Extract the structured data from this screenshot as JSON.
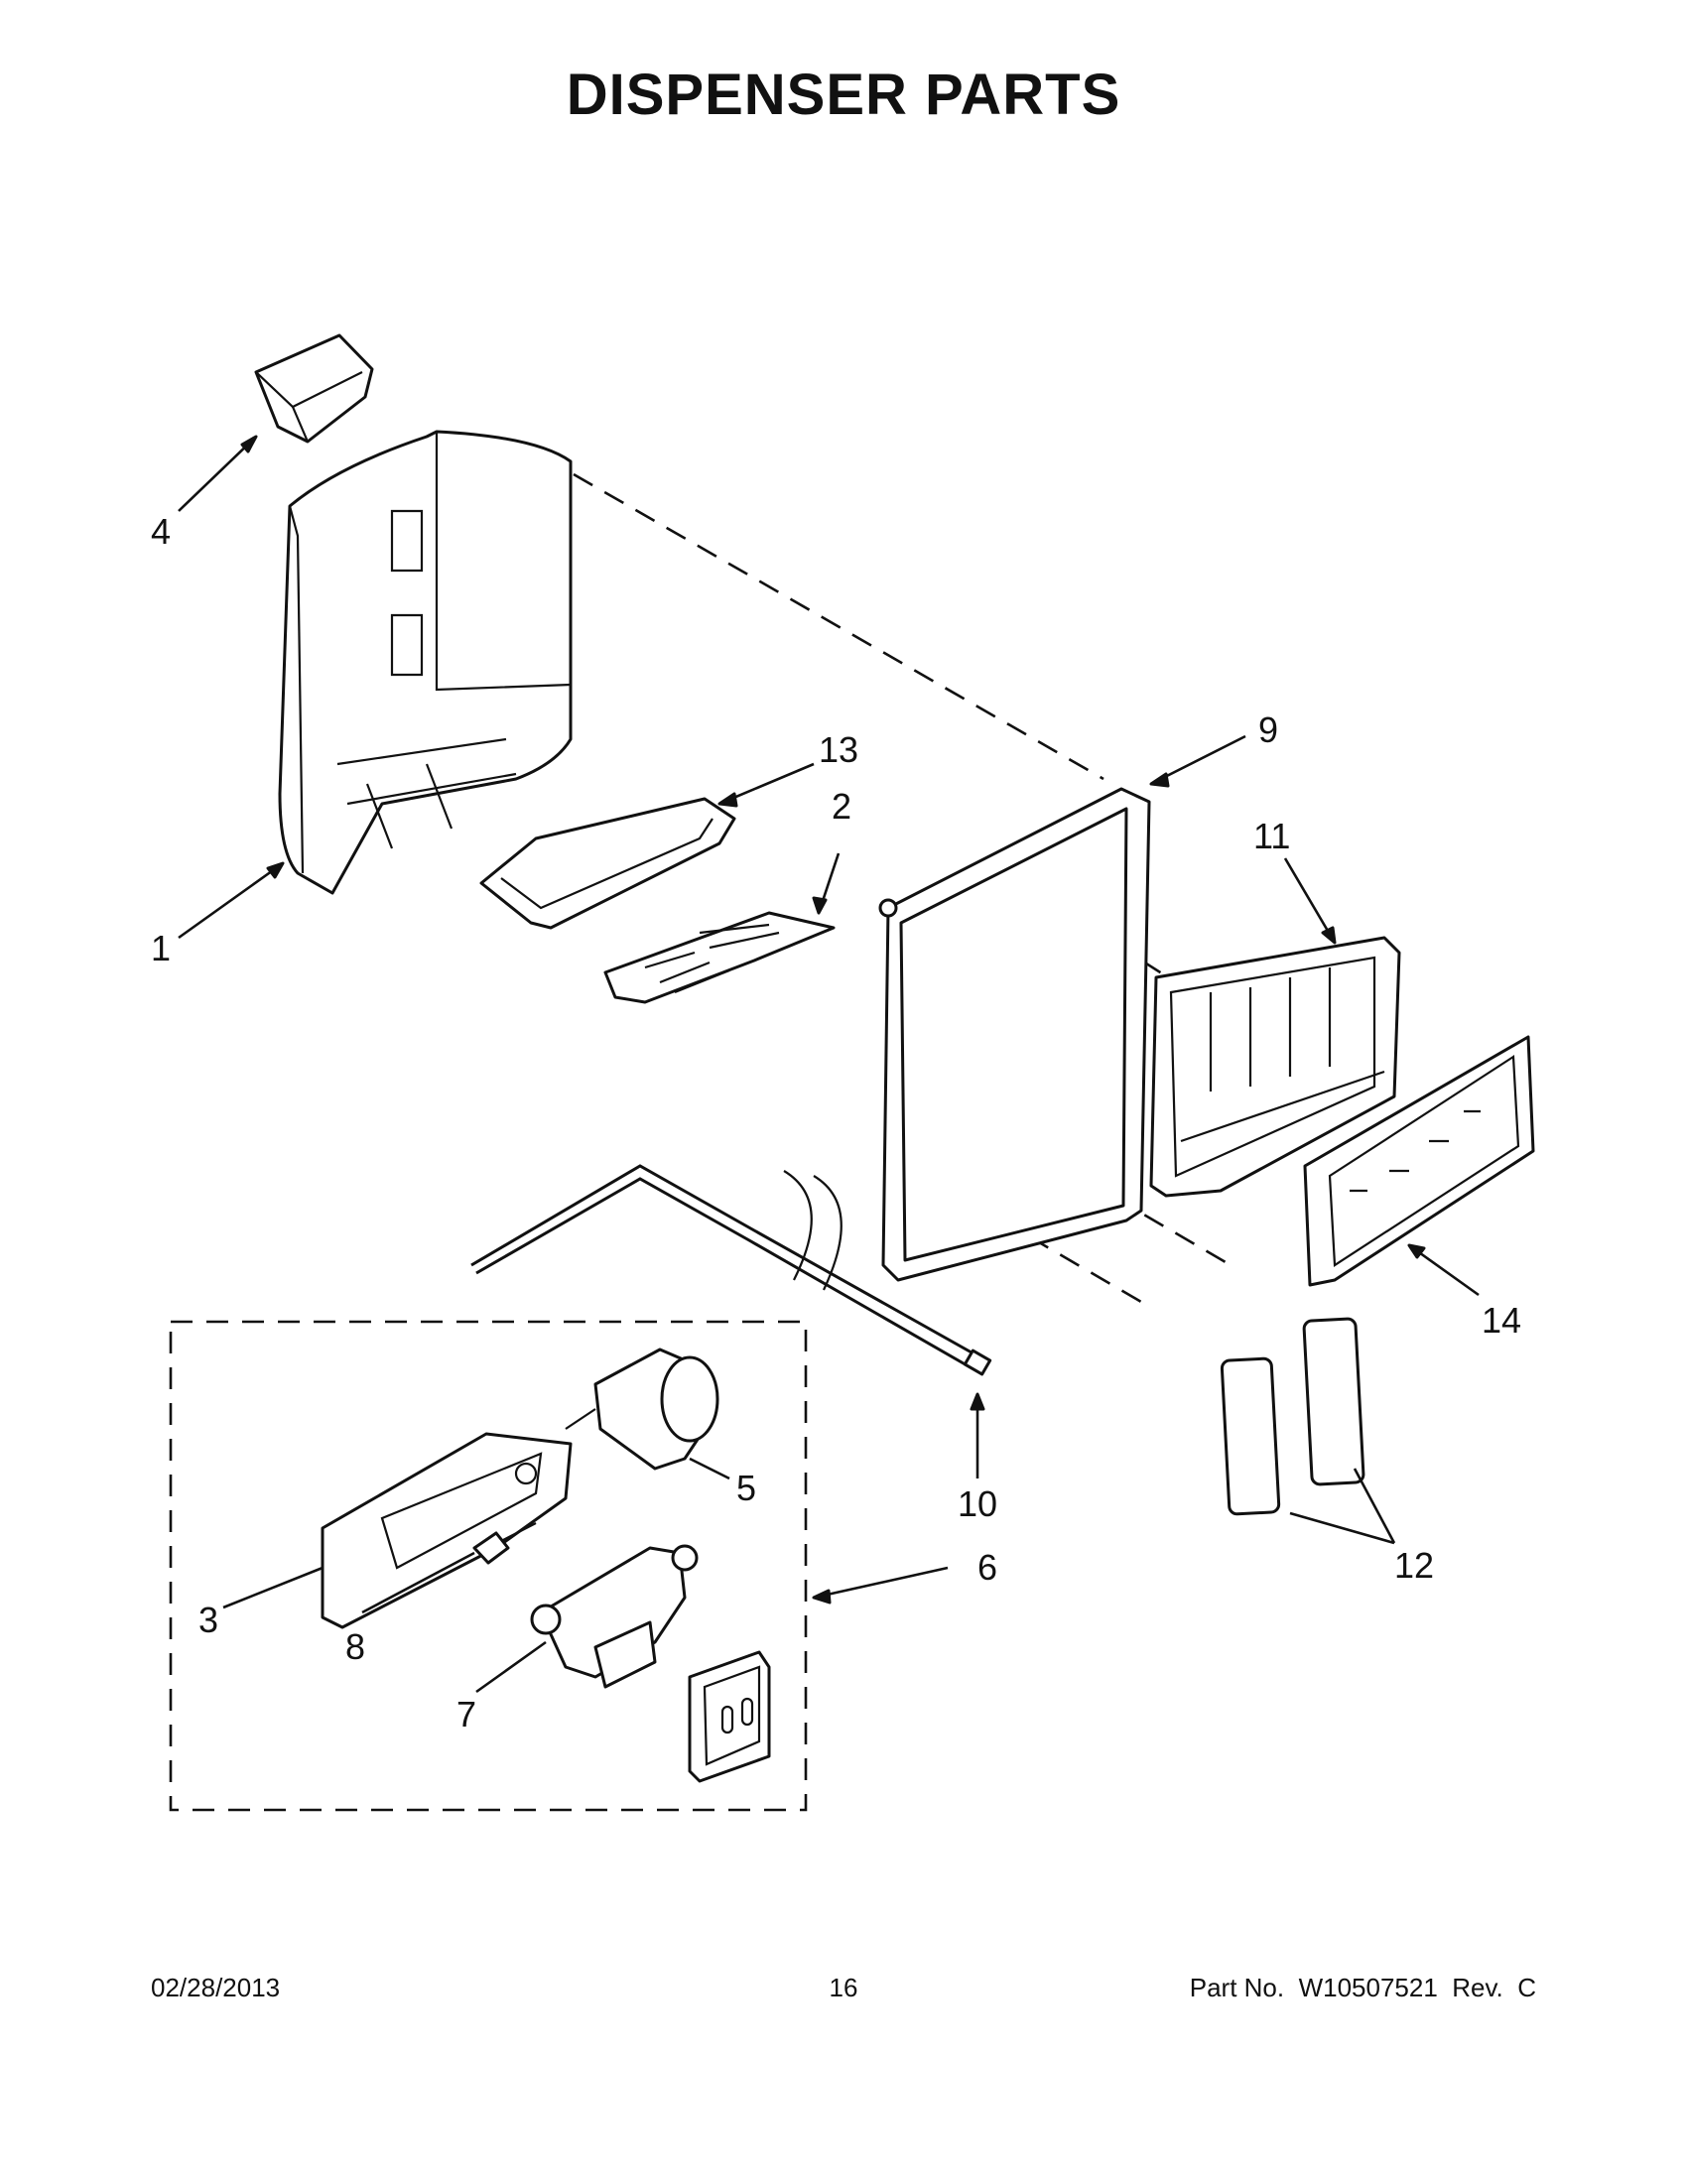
{
  "title": "DISPENSER PARTS",
  "callouts": {
    "c1": "1",
    "c2": "2",
    "c3": "3",
    "c4": "4",
    "c5": "5",
    "c6": "6",
    "c7": "7",
    "c8": "8",
    "c9": "9",
    "c10": "10",
    "c11": "11",
    "c12": "12",
    "c13": "13",
    "c14": "14"
  },
  "footer": {
    "date": "02/28/2013",
    "page": "16",
    "part_no": "Part No.  W10507521  Rev.  C"
  }
}
